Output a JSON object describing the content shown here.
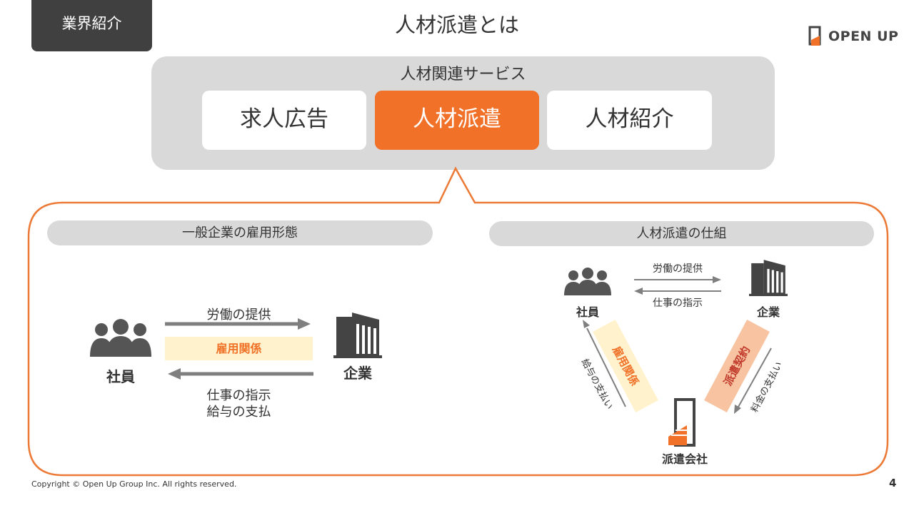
{
  "header": {
    "tag": "業界紹介",
    "title": "人材派遣とは",
    "logo_text": "OPEN UP"
  },
  "services": {
    "title": "人材関連サービス",
    "items": [
      {
        "label": "求人広告",
        "active": false
      },
      {
        "label": "人材派遣",
        "active": true
      },
      {
        "label": "人材紹介",
        "active": false
      }
    ]
  },
  "left_panel": {
    "title": "一般企業の雇用形態",
    "employee": "社員",
    "company": "企業",
    "arrow_top": "労働の提供",
    "relation": "雇用関係",
    "arrow_bottom_1": "仕事の指示",
    "arrow_bottom_2": "給与の支払"
  },
  "right_panel": {
    "title": "人材派遣の仕組",
    "employee": "社員",
    "company": "企業",
    "agency": "派遣会社",
    "arrow_top": "労働の提供",
    "arrow_bottom": "仕事の指示",
    "left_band": "雇用関係",
    "left_arrow": "給与の支払い",
    "right_band": "派遣契約",
    "right_arrow": "料金の支払い"
  },
  "footer": {
    "copyright": "Copyright © Open Up Group Inc. All rights reserved.",
    "page_number": "4"
  },
  "colors": {
    "accent": "#f07127",
    "dark": "#404040",
    "panel_gray": "#d9d9d9",
    "band_yellow": "#fff2cc",
    "band_orange": "#f8c3a0"
  }
}
